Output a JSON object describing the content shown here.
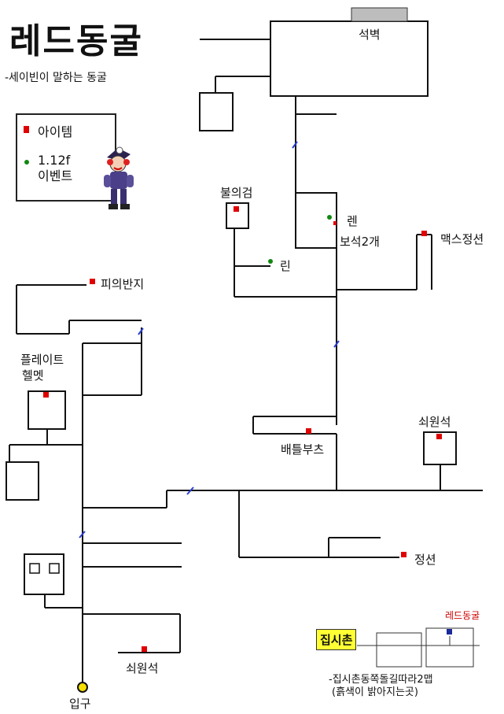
{
  "title": "레드동굴",
  "subtitle": "-세이빈이 말하는 동굴",
  "legend": {
    "item_label": "아이템",
    "event_label_line1": "1.12f",
    "event_label_line2": "이벤트",
    "item_color": "#e00000",
    "event_color": "#118811"
  },
  "labels": {
    "seokbyeok": "석벽",
    "bulgeom": "불의검",
    "ren": "렌",
    "boseok": "보석2개",
    "maekseu": "맥스정션",
    "rin": "린",
    "piui": "피의반지",
    "plate_line1": "플레이트",
    "plate_line2": "헬멧",
    "soewon_right": "쇠원석",
    "battle": "배틀부츠",
    "jeongsyeon": "정션",
    "soewon_bottom": "쇠원석",
    "entrance": "입구"
  },
  "minimap": {
    "village": "집시촌",
    "red_cave": "레드동굴",
    "note_line1": "-집시촌동쪽돌길따라2맵",
    "note_line2": "(흙색이 밝아지는곳)"
  }
}
